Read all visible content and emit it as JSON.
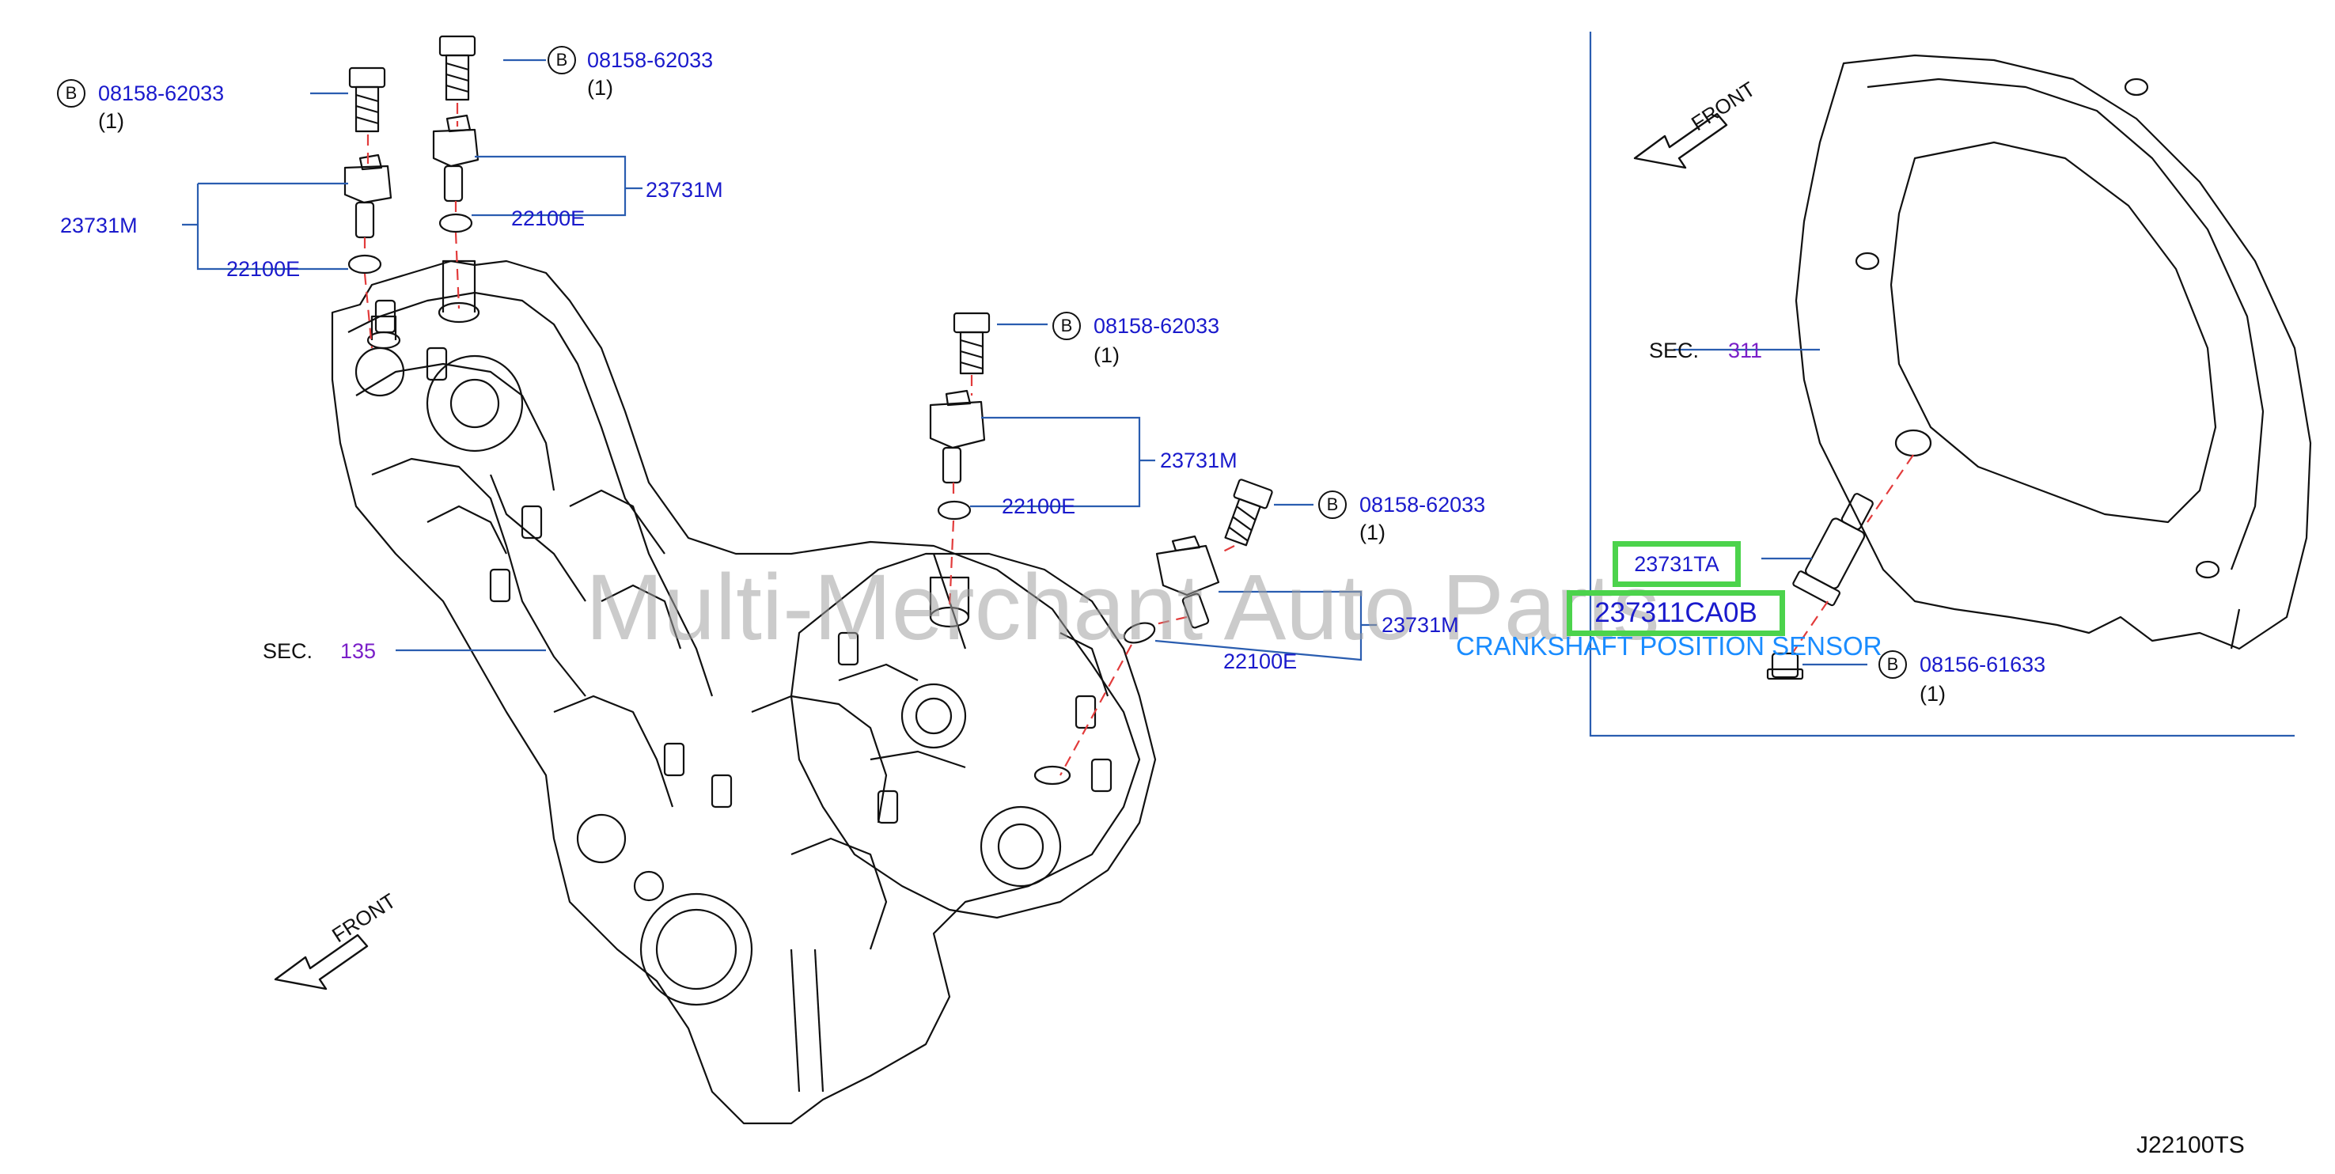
{
  "watermark": "Multi-Merchant Auto Parts",
  "diagram_code": "J22100TS",
  "bolt_marker": "B",
  "front_label": "FRONT",
  "sec_label": "SEC.",
  "left": {
    "bolt1": {
      "part": "08158-62033",
      "qty": "(1)"
    },
    "bolt2": {
      "part": "08158-62033",
      "qty": "(1)"
    },
    "bolt3": {
      "part": "08158-62033",
      "qty": "(1)"
    },
    "bolt4": {
      "part": "08158-62033",
      "qty": "(1)"
    },
    "sensor_a": "23731M",
    "sensor_b": "23731M",
    "sensor_c": "23731M",
    "sensor_d": "23731M",
    "oring_a": "22100E",
    "oring_b": "22100E",
    "oring_c": "22100E",
    "oring_d": "22100E",
    "sec_number": "135"
  },
  "right": {
    "sec_number": "311",
    "sensor_part": "23731TA",
    "highlight_part": "237311CA0B",
    "sensor_name": "CRANKSHAFT POSITION SENSOR",
    "bolt": {
      "part": "08156-61633",
      "qty": "(1)"
    }
  },
  "colors": {
    "part_number": "#1a1acc",
    "section_number": "#7a1fc8",
    "highlight_box": "#4cd34c",
    "sensor_name": "#1a8cff",
    "leader_line": "#2a5db0"
  }
}
